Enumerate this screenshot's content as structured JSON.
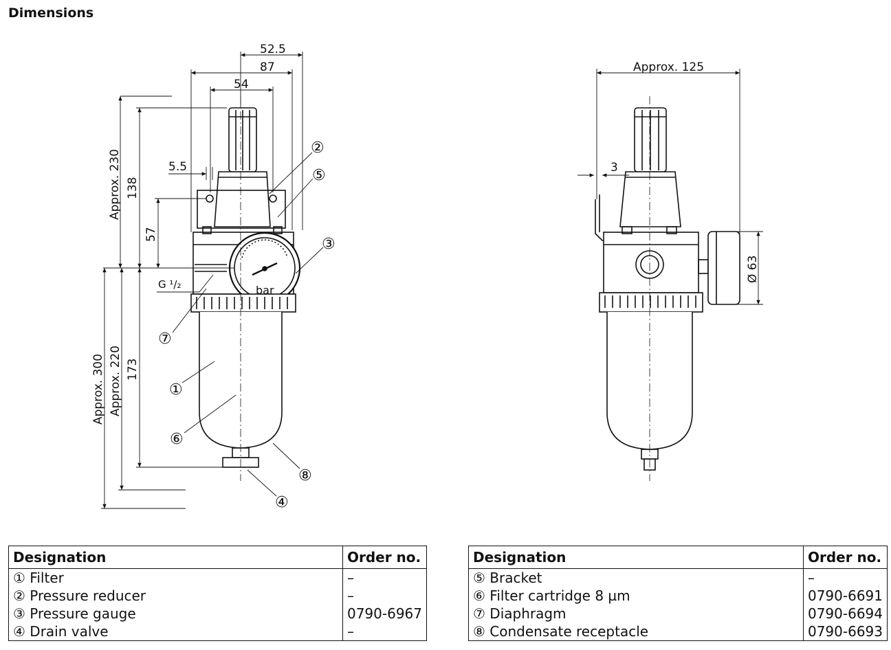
{
  "title": "Dimensions",
  "front_view": {
    "dims": {
      "d52_5": "52.5",
      "d87": "87",
      "d54": "54",
      "d5_5": "5.5",
      "approx230": "Approx. 230",
      "d138": "138",
      "d57": "57",
      "approx300": "Approx. 300",
      "approx220": "Approx. 220",
      "d173": "173",
      "thread": "G ¹/₂"
    },
    "gauge_label": "bar",
    "callouts": [
      "①",
      "②",
      "③",
      "④",
      "⑤",
      "⑥",
      "⑦",
      "⑧"
    ]
  },
  "side_view": {
    "dims": {
      "approx125": "Approx. 125",
      "d3": "3",
      "d63": "Ø 63"
    }
  },
  "tables": [
    {
      "headers": [
        "Designation",
        "Order no."
      ],
      "rows": [
        [
          "① Filter",
          "–"
        ],
        [
          "② Pressure reducer",
          "–"
        ],
        [
          "③ Pressure gauge",
          "0790-6967"
        ],
        [
          "④ Drain valve",
          "–"
        ]
      ]
    },
    {
      "headers": [
        "Designation",
        "Order no."
      ],
      "rows": [
        [
          "⑤ Bracket",
          "–"
        ],
        [
          "⑥ Filter cartridge 8 µm",
          "0790-6691"
        ],
        [
          "⑦ Diaphragm",
          "0790-6694"
        ],
        [
          "⑧ Condensate receptacle",
          "0790-6693"
        ]
      ]
    }
  ]
}
